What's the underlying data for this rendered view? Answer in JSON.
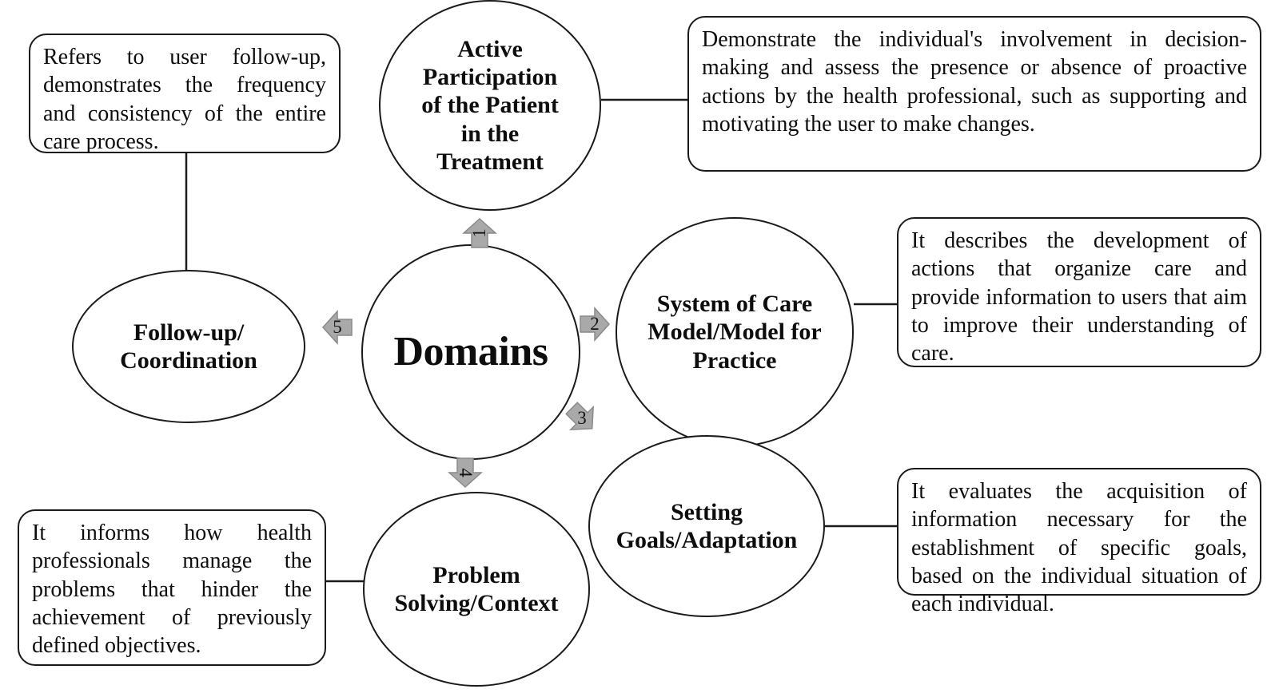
{
  "diagram": {
    "center": {
      "label": "Domains"
    },
    "nodes": [
      {
        "id": "active-participation",
        "label": "Active\nParticipation\nof the Patient\nin the\nTreatment"
      },
      {
        "id": "system-of-care",
        "label": "System of Care\nModel/Model for\nPractice"
      },
      {
        "id": "setting-goals",
        "label": "Setting\nGoals/Adaptation"
      },
      {
        "id": "problem-solving",
        "label": "Problem\nSolving/Context"
      },
      {
        "id": "follow-up",
        "label": "Follow-up/\nCoordination"
      }
    ],
    "descriptions": [
      {
        "id": "follow-up-desc",
        "text": "Refers to user follow-up, demonstrates the frequency and consistency of the entire care process."
      },
      {
        "id": "active-participation-desc",
        "text": "Demonstrate the individual's involvement in decision-making and assess the presence or absence of proactive actions by the health professional, such as supporting and motivating the user to make changes."
      },
      {
        "id": "system-of-care-desc",
        "text": "It describes the development of actions that organize care and provide information to users that aim to improve their understanding of care."
      },
      {
        "id": "setting-goals-desc",
        "text": "It evaluates the acquisition of information necessary for the establishment of specific goals, based on the individual situation of each individual."
      },
      {
        "id": "problem-solving-desc",
        "text": "It informs how health professionals manage the problems that hinder the achievement of previously defined objectives."
      }
    ],
    "arrows": [
      {
        "id": "arrow-1",
        "number": "1",
        "direction": "up"
      },
      {
        "id": "arrow-2",
        "number": "2",
        "direction": "right"
      },
      {
        "id": "arrow-3",
        "number": "3",
        "direction": "down-right"
      },
      {
        "id": "arrow-4",
        "number": "4",
        "direction": "down"
      },
      {
        "id": "arrow-5",
        "number": "5",
        "direction": "left"
      }
    ]
  },
  "colors": {
    "stroke": "#1a1a1a",
    "arrow_fill": "#a9a9a9",
    "arrow_stroke": "#8a8a8a",
    "background": "#ffffff",
    "text": "#0d0d0d"
  }
}
